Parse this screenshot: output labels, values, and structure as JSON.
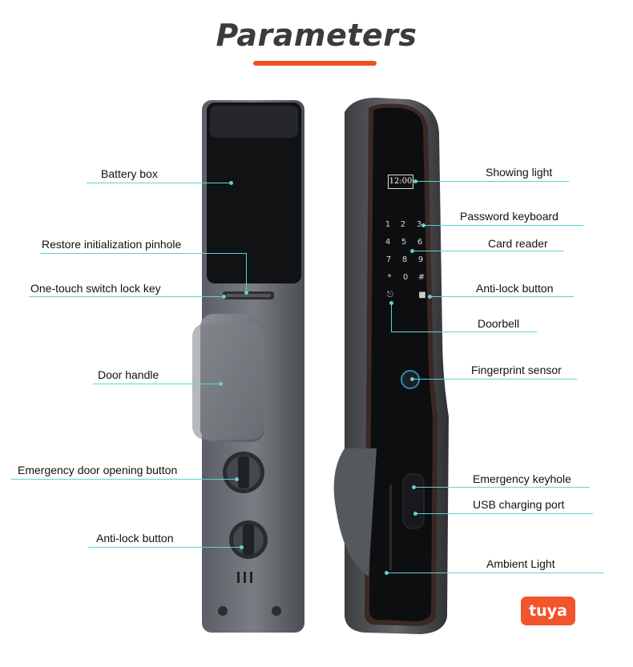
{
  "title": "Parameters",
  "accent_color": "#f0501e",
  "callout_color": "#5fd2d6",
  "screen_time": "12:00",
  "keypad": [
    "1",
    "2",
    "3",
    "4",
    "5",
    "6",
    "7",
    "8",
    "9",
    "*",
    "0",
    "#"
  ],
  "brand_logo": "tuya",
  "labels_left": {
    "battery_box": "Battery box",
    "restore_pinhole": "Restore initialization pinhole",
    "switch_lock_key": "One-touch switch lock key",
    "door_handle": "Door handle",
    "emergency_button": "Emergency door opening button",
    "anti_lock_left": "Anti-lock button"
  },
  "labels_right": {
    "showing_light": "Showing light",
    "password_keyboard": "Password keyboard",
    "card_reader": "Card reader",
    "anti_lock_right": "Anti-lock button",
    "doorbell": "Doorbell",
    "fingerprint": "Fingerprint sensor",
    "emergency_keyhole": "Emergency keyhole",
    "usb_port": "USB charging port",
    "ambient_light": "Ambient Light"
  }
}
